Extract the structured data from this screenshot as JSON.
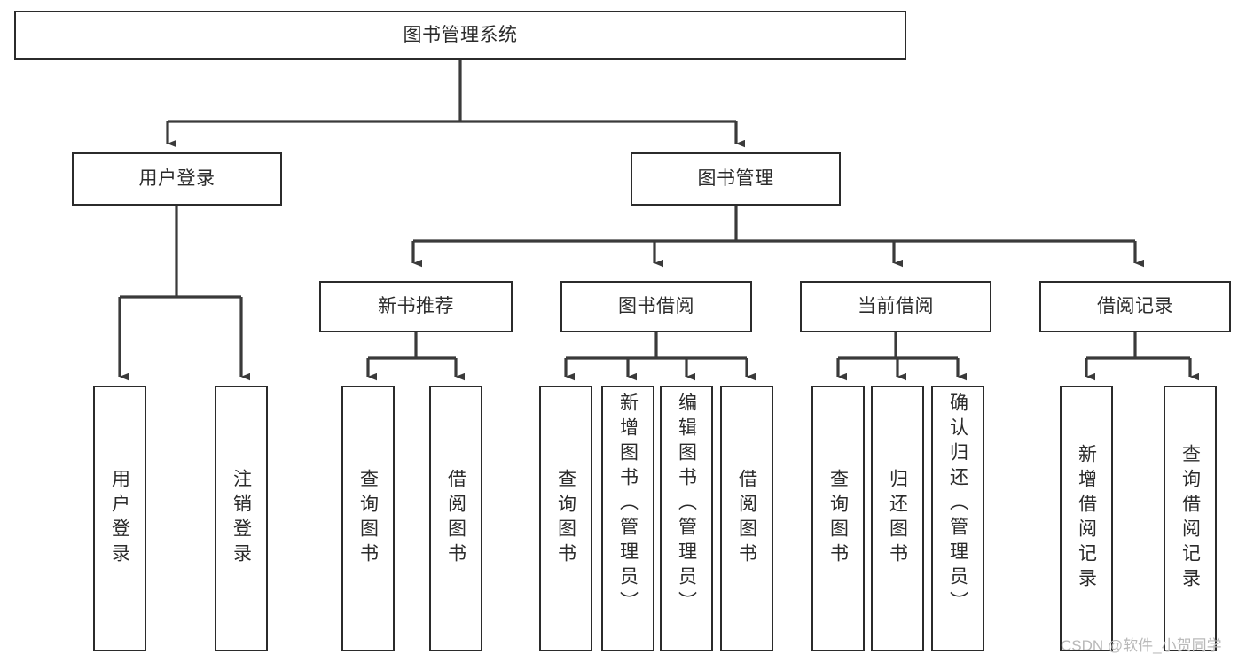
{
  "diagram": {
    "type": "tree-hierarchy-chart",
    "title": "图书管理系统",
    "colors": {
      "background": "#ffffff",
      "border": "#2b2b2b",
      "text": "#2b2b2b",
      "connector": "#3a3a3a",
      "watermark": "#b9b9b9"
    },
    "levels": {
      "root": {
        "label": "图书管理系统"
      },
      "level2": [
        {
          "id": "user-login",
          "label": "用户登录"
        },
        {
          "id": "book-management",
          "label": "图书管理"
        }
      ],
      "level3": [
        {
          "id": "new-book-recommend",
          "label": "新书推荐"
        },
        {
          "id": "book-borrow",
          "label": "图书借阅"
        },
        {
          "id": "current-borrow",
          "label": "当前借阅"
        },
        {
          "id": "borrow-record",
          "label": "借阅记录"
        }
      ],
      "leaves": {
        "user_login": [
          {
            "id": "leaf-user-login",
            "label": "用户登录"
          },
          {
            "id": "leaf-logout-login",
            "label": "注销登录"
          }
        ],
        "new_book_recommend": [
          {
            "id": "leaf-query-book-1",
            "label": "查询图书"
          },
          {
            "id": "leaf-borrow-book-1",
            "label": "借阅图书"
          }
        ],
        "book_borrow": [
          {
            "id": "leaf-query-book-2",
            "label": "查询图书"
          },
          {
            "id": "leaf-add-book",
            "label": "新增图书（管理员）"
          },
          {
            "id": "leaf-edit-book",
            "label": "编辑图书（管理员）"
          },
          {
            "id": "leaf-borrow-book-2",
            "label": "借阅图书"
          }
        ],
        "current_borrow": [
          {
            "id": "leaf-query-book-3",
            "label": "查询图书"
          },
          {
            "id": "leaf-return-book",
            "label": "归还图书"
          },
          {
            "id": "leaf-confirm-return",
            "label": "确认归还（管理员）"
          }
        ],
        "borrow_record": [
          {
            "id": "leaf-add-record",
            "label": "新增借阅记录"
          },
          {
            "id": "leaf-query-record",
            "label": "查询借阅记录"
          }
        ]
      }
    },
    "watermark": "CSDN @软件_小贺同学"
  }
}
